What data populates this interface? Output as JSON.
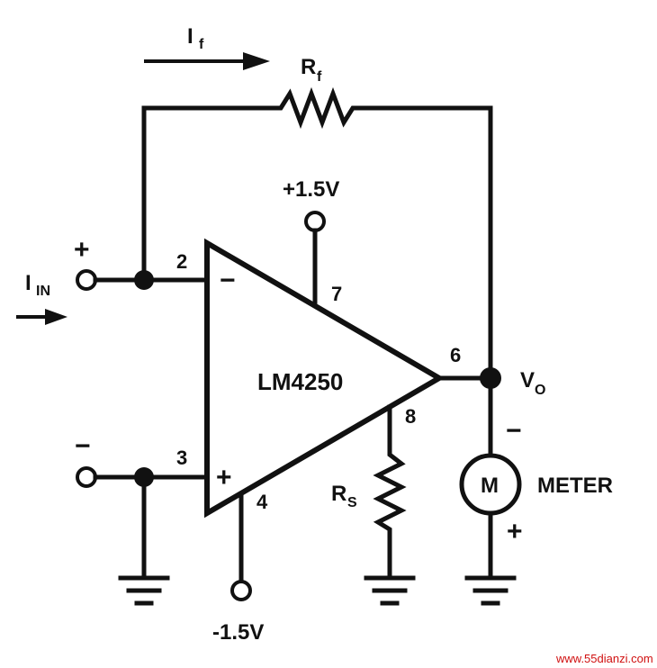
{
  "labels": {
    "feedback_current": "I",
    "feedback_current_sub": "f",
    "feedback_resistor": "R",
    "feedback_resistor_sub": "f",
    "input_current": "I",
    "input_current_sub": "IN",
    "input_plus": "+",
    "input_minus": "−",
    "supply_pos": "+1.5V",
    "supply_neg": "-1.5V",
    "chip": "LM4250",
    "inv_sign": "−",
    "noninv_sign": "+",
    "pin2": "2",
    "pin3": "3",
    "pin4": "4",
    "pin6": "6",
    "pin7": "7",
    "pin8": "8",
    "set_resistor": "R",
    "set_resistor_sub": "S",
    "output": "V",
    "output_sub": "O",
    "meter_symbol": "M",
    "meter_label": "METER",
    "meter_minus": "−",
    "meter_plus": "+"
  },
  "watermark": "www.55dianzi.com",
  "colors": {
    "ink": "#111111",
    "watermark": "#d01010"
  }
}
